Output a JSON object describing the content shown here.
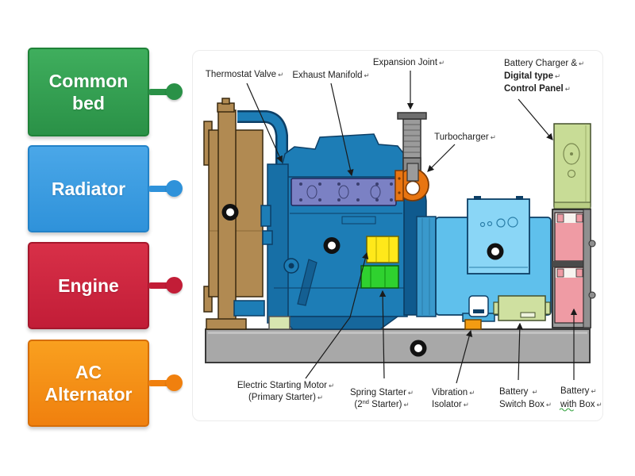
{
  "activity": {
    "type": "labelled-diagram",
    "answer_labels": [
      {
        "text": "Common bed",
        "color": "#2a9147",
        "border": "#1f8238"
      },
      {
        "text": "Radiator",
        "color": "#2f92da",
        "border": "#2282c8"
      },
      {
        "text": "Engine",
        "color": "#c21d37",
        "border": "#a5172c"
      },
      {
        "text": "AC Alternator",
        "color": "#f0800e",
        "border": "#d66e08"
      }
    ]
  },
  "diagram": {
    "return_mark": "↵",
    "labels": {
      "thermostat_valve": "Thermostat Valve",
      "exhaust_manifold": "Exhaust Manifold",
      "expansion_joint": "Expansion Joint",
      "battery_charger_line1": "Battery Charger &",
      "battery_charger_line2": "Digital type",
      "battery_charger_line3": "Control Panel",
      "turbocharger": "Turbocharger",
      "electric_starting_motor_line1": "Electric Starting Motor",
      "electric_starting_motor_line2": "(Primary Starter)",
      "spring_starter_line1": "Spring Starter",
      "spring_starter_line2_pre": "(2",
      "spring_starter_line2_sup": "nd",
      "spring_starter_line2_post": " Starter)",
      "vibration_isolator_line1": "Vibration",
      "vibration_isolator_line2": "Isolator",
      "battery_switch_box_line1": "Battery",
      "battery_switch_box_line2": "Switch Box",
      "battery_with_box_line1": "Battery",
      "battery_with_box_line2_word1": "with",
      "battery_with_box_line2_rest": " Box"
    },
    "colors": {
      "engine_blue": "#1d7db6",
      "radiator_brown": "#b18a52",
      "alternator_light_blue": "#5fc0ec",
      "manifold_purple": "#7b81c4",
      "turbo_orange": "#e87511",
      "control_panel_green": "#c8dc96",
      "battery_pink": "#ef9ba4",
      "common_bed_gray": "#a8a8a8",
      "starter_yellow": "#ffe81a",
      "starter_green": "#2fd12f",
      "spellcheck_underline_green": "#3aa545"
    },
    "drop_target_count": 4
  }
}
